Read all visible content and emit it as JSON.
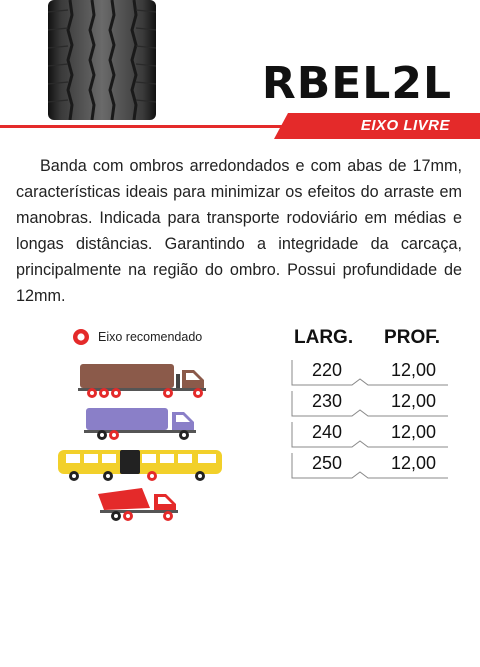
{
  "product": {
    "code": "RBEL2L",
    "axle_label": "EIXO LIVRE",
    "description": "Banda com ombros arredondados e com abas de 17mm, características ideais para minimizar os efeitos do arraste em manobras. Indicada para transporte rodoviário em médias e longas distâncias. Garantindo a integridade da carcaça, principalmente na região do ombro. Possui profundidade de 12mm."
  },
  "legend": {
    "icon": "red-ring-dot-icon",
    "label": "Eixo recomendado"
  },
  "vehicles": [
    {
      "icon": "truck-trailer-icon",
      "color": "#8b5a4a"
    },
    {
      "icon": "box-truck-icon",
      "color": "#8a7fc8"
    },
    {
      "icon": "bus-icon",
      "color": "#f2d02a"
    },
    {
      "icon": "dump-truck-icon",
      "color": "#e23b3b"
    }
  ],
  "specs": {
    "header_larg": "LARG.",
    "header_prof": "PROF.",
    "rows": [
      {
        "larg": "220",
        "prof": "12,00"
      },
      {
        "larg": "230",
        "prof": "12,00"
      },
      {
        "larg": "240",
        "prof": "12,00"
      },
      {
        "larg": "250",
        "prof": "12,00"
      }
    ]
  },
  "colors": {
    "accent_red": "#e42a2a",
    "dark": "#111111"
  }
}
